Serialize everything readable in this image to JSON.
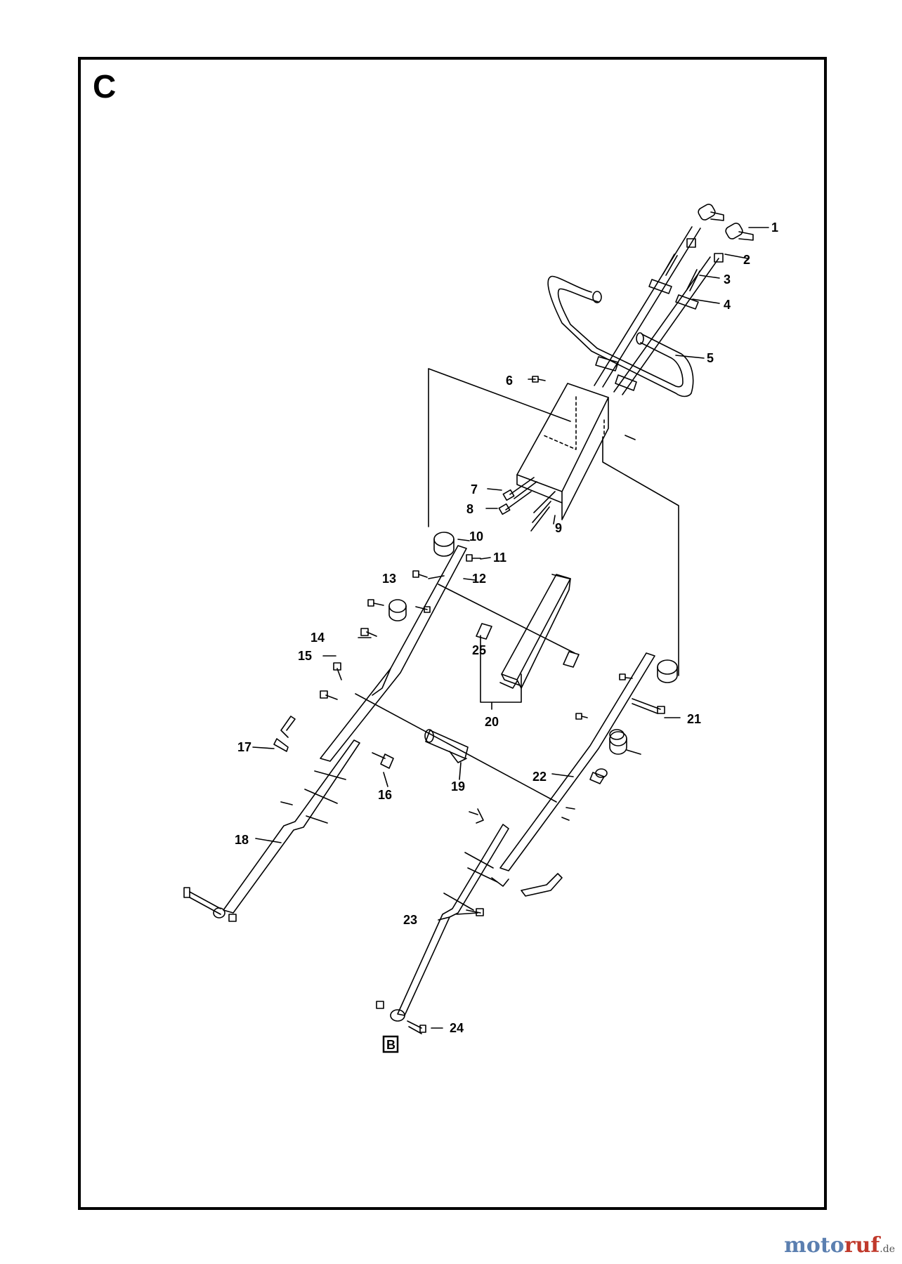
{
  "section_letter": "C",
  "detail_marker": "B",
  "callouts": [
    "1",
    "2",
    "3",
    "4",
    "5",
    "6",
    "7",
    "8",
    "9",
    "10",
    "11",
    "12",
    "13",
    "14",
    "15",
    "16",
    "17",
    "18",
    "19",
    "20",
    "21",
    "22",
    "23",
    "24",
    "25"
  ],
  "watermark": {
    "part1": "moto",
    "part2": "ruf",
    "suffix": ".de"
  }
}
